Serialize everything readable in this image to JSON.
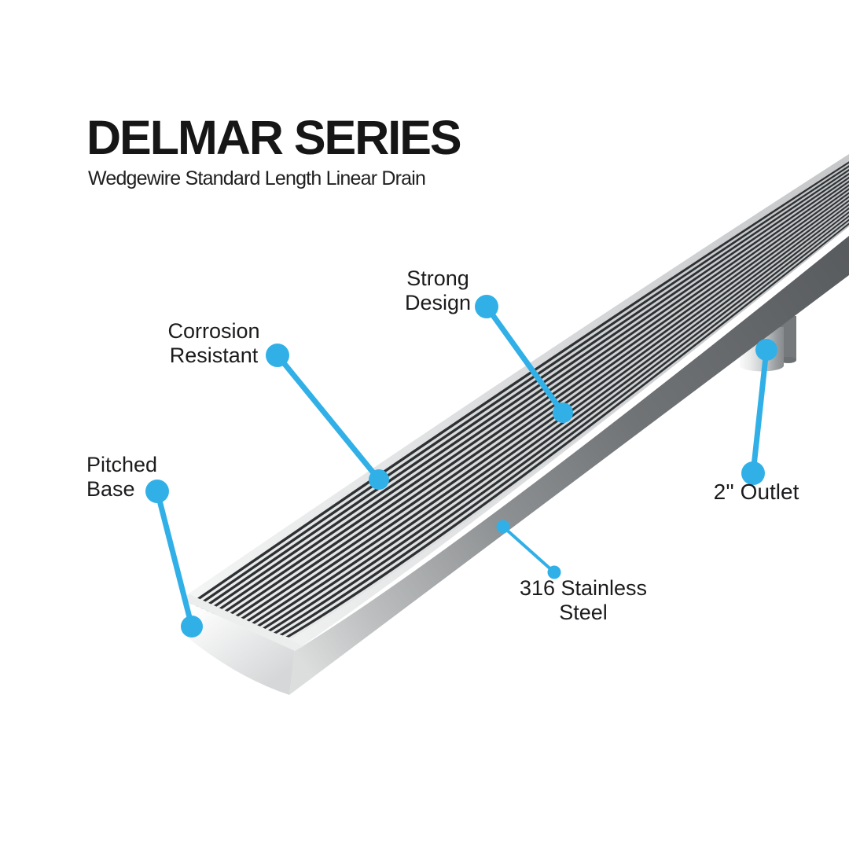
{
  "header": {
    "title": "DELMAR SERIES",
    "subtitle": "Wedgewire Standard Length Linear Drain"
  },
  "callouts": {
    "strong_design": {
      "line1": "Strong",
      "line2": "Design"
    },
    "corrosion_resistant": {
      "line1": "Corrosion",
      "line2": "Resistant"
    },
    "pitched_base": {
      "line1": "Pitched",
      "line2": "Base"
    },
    "outlet": {
      "line1": "2'' Outlet"
    },
    "stainless_steel": {
      "line1": "316 Stainless",
      "line2": "Steel"
    }
  },
  "product": {
    "name": "wedgewire-standard-length-linear-drain"
  },
  "colors": {
    "accent": "#31b0e7",
    "title_text": "#161616",
    "label_text": "#1b1b1d",
    "wire_dark": "#2e3133",
    "steel_light": "#e8e9ea",
    "side_gray": "#6d7073"
  }
}
